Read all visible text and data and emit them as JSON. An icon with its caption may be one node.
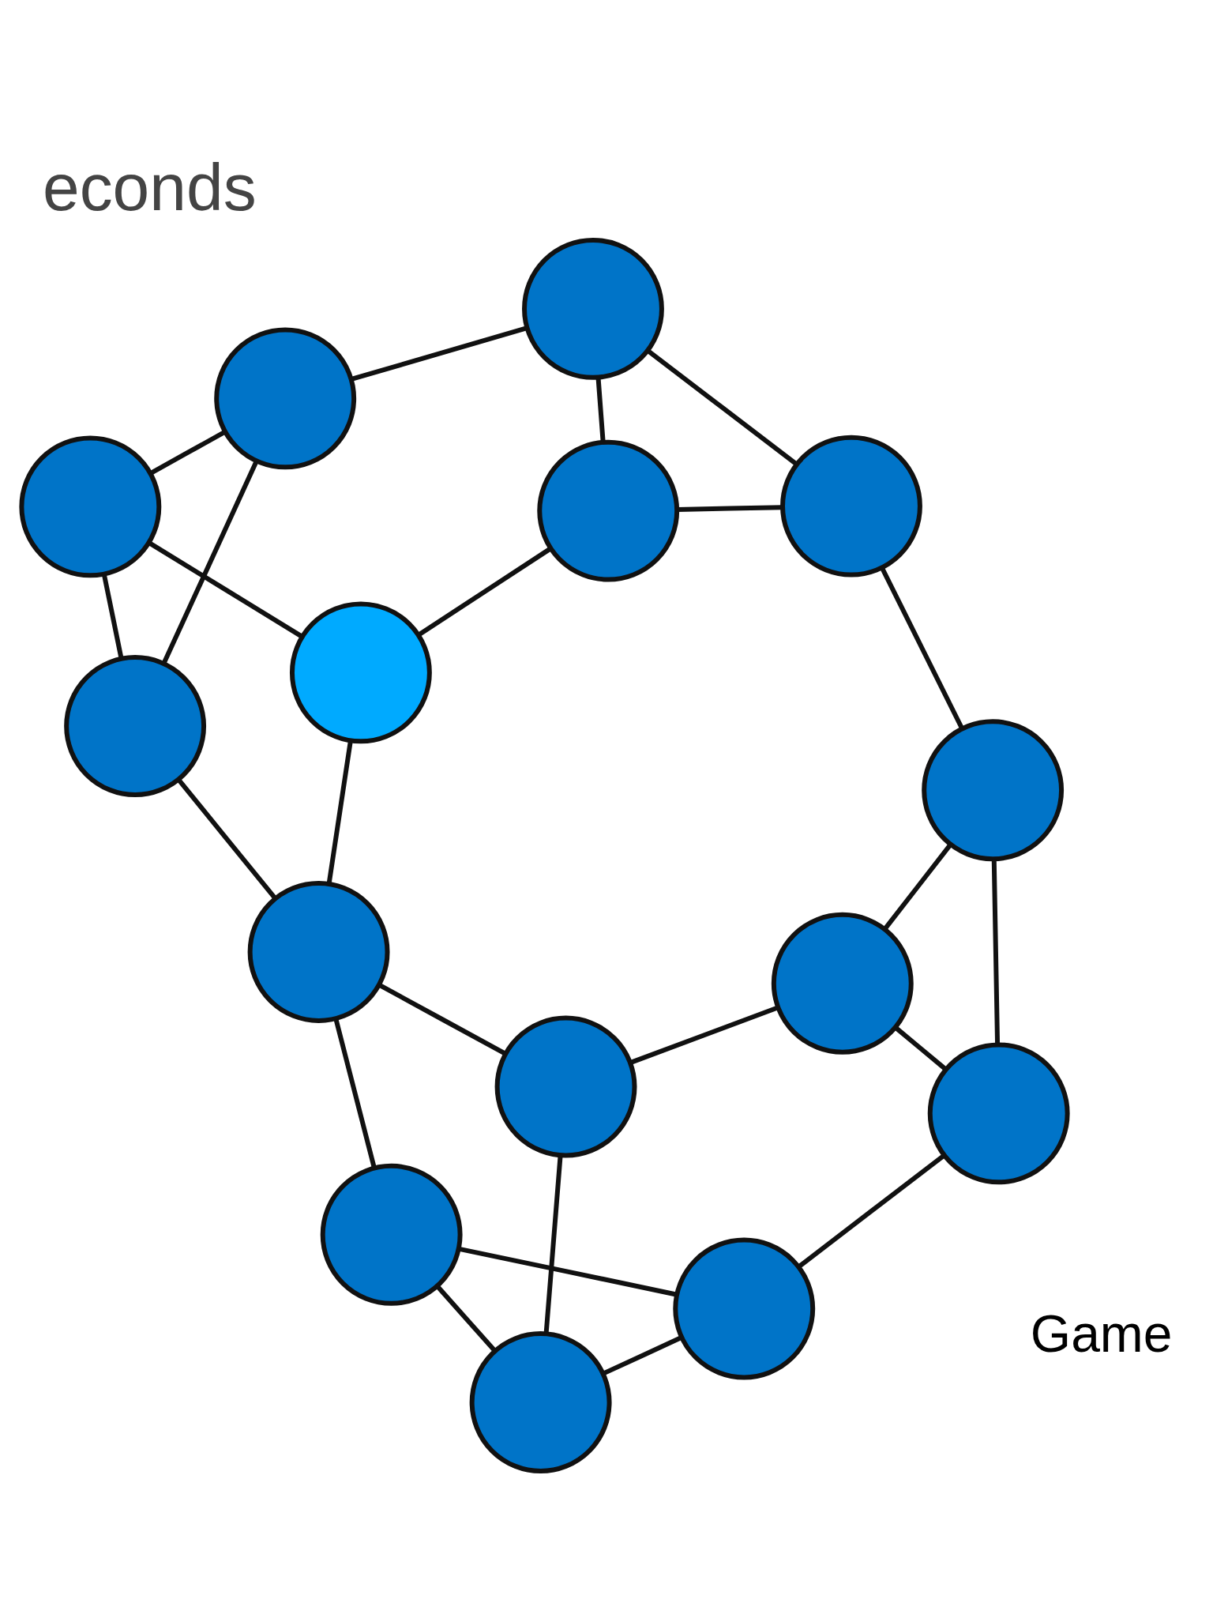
{
  "diagram": {
    "title": "econds",
    "nodes": [
      {
        "text": [],
        "shape": "circle"
      },
      {
        "text": [],
        "shape": "circle"
      },
      {
        "text": [],
        "shape": "circle"
      },
      {
        "text": [],
        "shape": "circle"
      },
      {
        "text": [],
        "shape": "circle"
      },
      {
        "text": [],
        "shape": "circle"
      },
      {
        "text": [],
        "shape": "circle"
      },
      {
        "text": [],
        "shape": "circle"
      },
      {
        "text": [],
        "shape": "circle"
      },
      {
        "text": [],
        "shape": "circle"
      },
      {
        "text": [],
        "shape": "circle"
      },
      {
        "text": [],
        "shape": "circle"
      },
      {
        "text": [],
        "shape": "circle"
      },
      {
        "text": [],
        "shape": "circle"
      },
      {
        "text": [],
        "shape": "circle"
      }
    ],
    "edges": [
      {
        "from": 2,
        "to": 0,
        "arrow": "none"
      },
      {
        "from": 0,
        "to": 1,
        "arrow": "none"
      },
      {
        "from": 2,
        "to": 1,
        "arrow": "none"
      },
      {
        "from": 0,
        "to": 4,
        "arrow": "none"
      },
      {
        "from": 2,
        "to": 6,
        "arrow": "none"
      },
      {
        "from": 1,
        "to": 14,
        "arrow": "none"
      },
      {
        "from": 3,
        "to": 5,
        "arrow": "none"
      },
      {
        "from": 5,
        "to": 4,
        "arrow": "none"
      },
      {
        "from": 3,
        "to": 7,
        "arrow": "none"
      },
      {
        "from": 3,
        "to": 11,
        "arrow": "none"
      },
      {
        "from": 4,
        "to": 10,
        "arrow": "none"
      },
      {
        "from": 4,
        "to": 14,
        "arrow": "none"
      },
      {
        "from": 5,
        "to": 8,
        "arrow": "none"
      },
      {
        "from": 6,
        "to": 9,
        "arrow": "none"
      },
      {
        "from": 6,
        "to": 13,
        "arrow": "none"
      },
      {
        "from": 7,
        "to": 11,
        "arrow": "none"
      },
      {
        "from": 7,
        "to": 12,
        "arrow": "none"
      },
      {
        "from": 8,
        "to": 12,
        "arrow": "none"
      },
      {
        "from": 8,
        "to": 10,
        "arrow": "none"
      },
      {
        "from": 9,
        "to": 11,
        "arrow": "none"
      },
      {
        "from": 9,
        "to": 13,
        "arrow": "none"
      },
      {
        "from": 12,
        "to": 10,
        "arrow": "none"
      },
      {
        "from": 13,
        "to": 14,
        "arrow": "none"
      }
    ],
    "labels": [
      "Game"
    ]
  }
}
